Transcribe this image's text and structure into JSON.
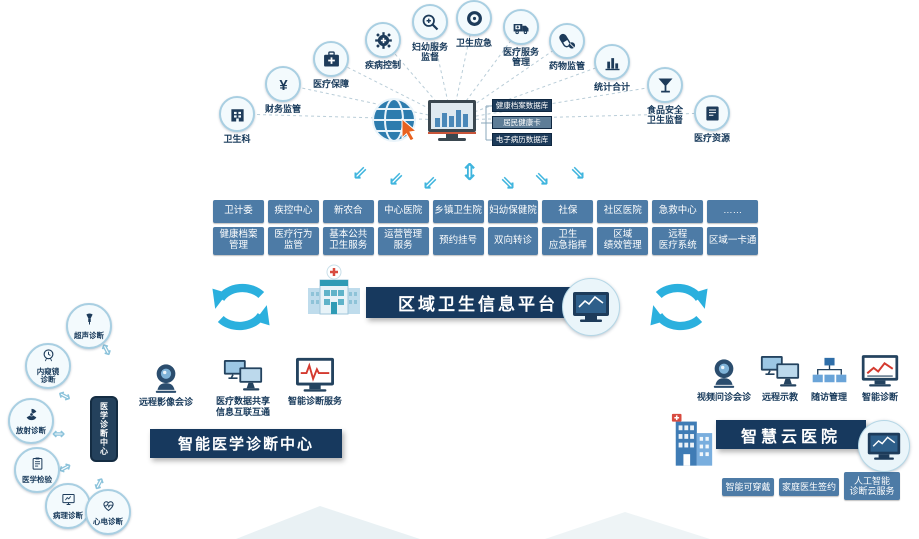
{
  "top_arc": {
    "items": [
      {
        "label": "卫生科",
        "icon": "building"
      },
      {
        "label": "财务监管",
        "icon": "yen"
      },
      {
        "label": "医疗保障",
        "icon": "medkit"
      },
      {
        "label": "疾病控制",
        "icon": "gear"
      },
      {
        "label": "妇幼服务\n监督",
        "icon": "magnifier"
      },
      {
        "label": "卫生应急",
        "icon": "disc"
      },
      {
        "label": "医疗服务\n管理",
        "icon": "ambulance"
      },
      {
        "label": "药物监管",
        "icon": "pills"
      },
      {
        "label": "统计合计",
        "icon": "barchart"
      },
      {
        "label": "食品安全\n卫生监督",
        "icon": "glass"
      },
      {
        "label": "医疗资源",
        "icon": "book"
      }
    ]
  },
  "hub": {
    "databases": [
      "健康档案数据库",
      "居民健康卡",
      "电子病历数据库"
    ]
  },
  "org_row": [
    "卫计委",
    "疾控中心",
    "新农合",
    "中心医院",
    "乡镇卫生院",
    "妇幼保健院",
    "社保",
    "社区医院",
    "急救中心",
    "……"
  ],
  "service_row": [
    "健康档案\n管理",
    "医疗行为\n监管",
    "基本公共\n卫生服务",
    "运营管理\n服务",
    "预约挂号",
    "双向转诊",
    "卫生\n应急指挥",
    "区域\n绩效管理",
    "远程\n医疗系统",
    "区域一卡通"
  ],
  "platform": {
    "title": "区域卫生信息平台"
  },
  "left_section": {
    "features": [
      {
        "label": "远程影像会诊",
        "icon": "webcam"
      },
      {
        "label": "医疗数据共享\n信息互联互通",
        "icon": "monitors"
      },
      {
        "label": "智能诊断服务",
        "icon": "ecg"
      }
    ],
    "title": "智能医学诊断中心",
    "device_label": "医学诊断中心",
    "modalities": [
      {
        "label": "超声诊断",
        "icon": "probe"
      },
      {
        "label": "内窥镜\n诊断",
        "icon": "scope"
      },
      {
        "label": "放射诊断",
        "icon": "rays"
      },
      {
        "label": "医学检验",
        "icon": "clipboard"
      },
      {
        "label": "病理诊断",
        "icon": "screen"
      },
      {
        "label": "心电诊断",
        "icon": "heart"
      }
    ]
  },
  "right_section": {
    "features": [
      {
        "label": "视频问诊会诊",
        "icon": "webcam"
      },
      {
        "label": "远程示教",
        "icon": "monitors"
      },
      {
        "label": "随访管理",
        "icon": "orgchart"
      },
      {
        "label": "智能诊断",
        "icon": "chart"
      }
    ],
    "title": "智慧云医院",
    "buttons": [
      "智能可穿戴",
      "家庭医生签约",
      "人工智能\n诊断云服务"
    ]
  },
  "glyphs": {
    "down_left": "⇙",
    "down_right": "⇘",
    "up_down": "⇕",
    "exchange": "⇔"
  },
  "colors": {
    "accent_cyan": "#2bb0de",
    "navy": "#17395e",
    "button_blue": "#4d7ba6"
  }
}
